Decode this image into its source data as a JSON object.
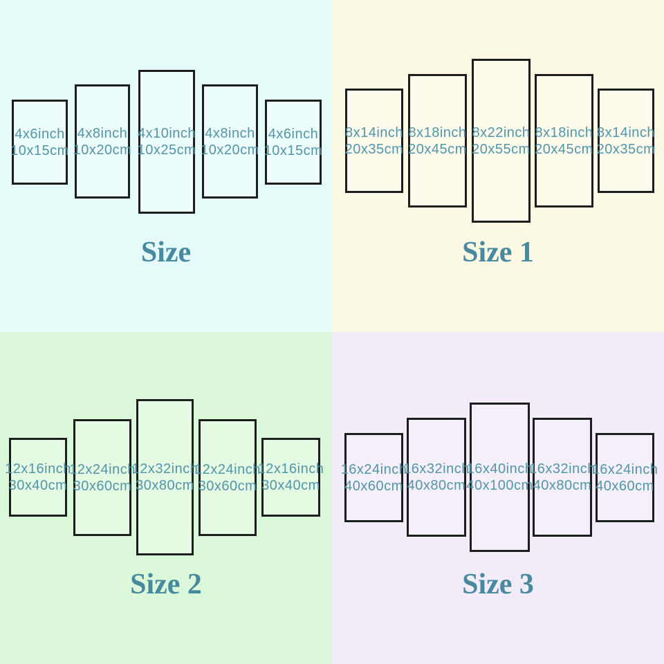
{
  "colors": {
    "label_text": "#5295a9",
    "title_text": "#47899e",
    "panel_border": "#1d1d1d"
  },
  "quadrants": [
    {
      "id": "size",
      "title": "Size",
      "background": "#e4fbf9",
      "panel_fill": "#ecfdfc",
      "panels": [
        {
          "inch": "4x6inch",
          "cm": "10x15cm"
        },
        {
          "inch": "4x8inch",
          "cm": "10x20cm"
        },
        {
          "inch": "4x10inch",
          "cm": "10x25cm"
        },
        {
          "inch": "4x8inch",
          "cm": "10x20cm"
        },
        {
          "inch": "4x6inch",
          "cm": "10x15cm"
        }
      ]
    },
    {
      "id": "size-1",
      "title": "Size 1",
      "background": "#fbf9e4",
      "panel_fill": "#fdfbec",
      "panels": [
        {
          "inch": "8x14inch",
          "cm": "20x35cm"
        },
        {
          "inch": "8x18inch",
          "cm": "20x45cm"
        },
        {
          "inch": "8x22inch",
          "cm": "20x55cm"
        },
        {
          "inch": "8x18inch",
          "cm": "20x45cm"
        },
        {
          "inch": "8x14inch",
          "cm": "20x35cm"
        }
      ]
    },
    {
      "id": "size-2",
      "title": "Size 2",
      "background": "#dcf8db",
      "panel_fill": "#e4fae3",
      "panels": [
        {
          "inch": "12x16inch",
          "cm": "30x40cm"
        },
        {
          "inch": "12x24inch",
          "cm": "30x60cm"
        },
        {
          "inch": "12x32inch",
          "cm": "30x80cm"
        },
        {
          "inch": "12x24inch",
          "cm": "30x60cm"
        },
        {
          "inch": "12x16inch",
          "cm": "30x40cm"
        }
      ]
    },
    {
      "id": "size-3",
      "title": "Size 3",
      "background": "#f1ecf7",
      "panel_fill": "#f4eff9",
      "panels": [
        {
          "inch": "16x24inch",
          "cm": "40x60cm"
        },
        {
          "inch": "16x32inch",
          "cm": "40x80cm"
        },
        {
          "inch": "16x40inch",
          "cm": "40x100cm"
        },
        {
          "inch": "16x32inch",
          "cm": "40x80cm"
        },
        {
          "inch": "16x24inch",
          "cm": "40x60cm"
        }
      ]
    }
  ]
}
